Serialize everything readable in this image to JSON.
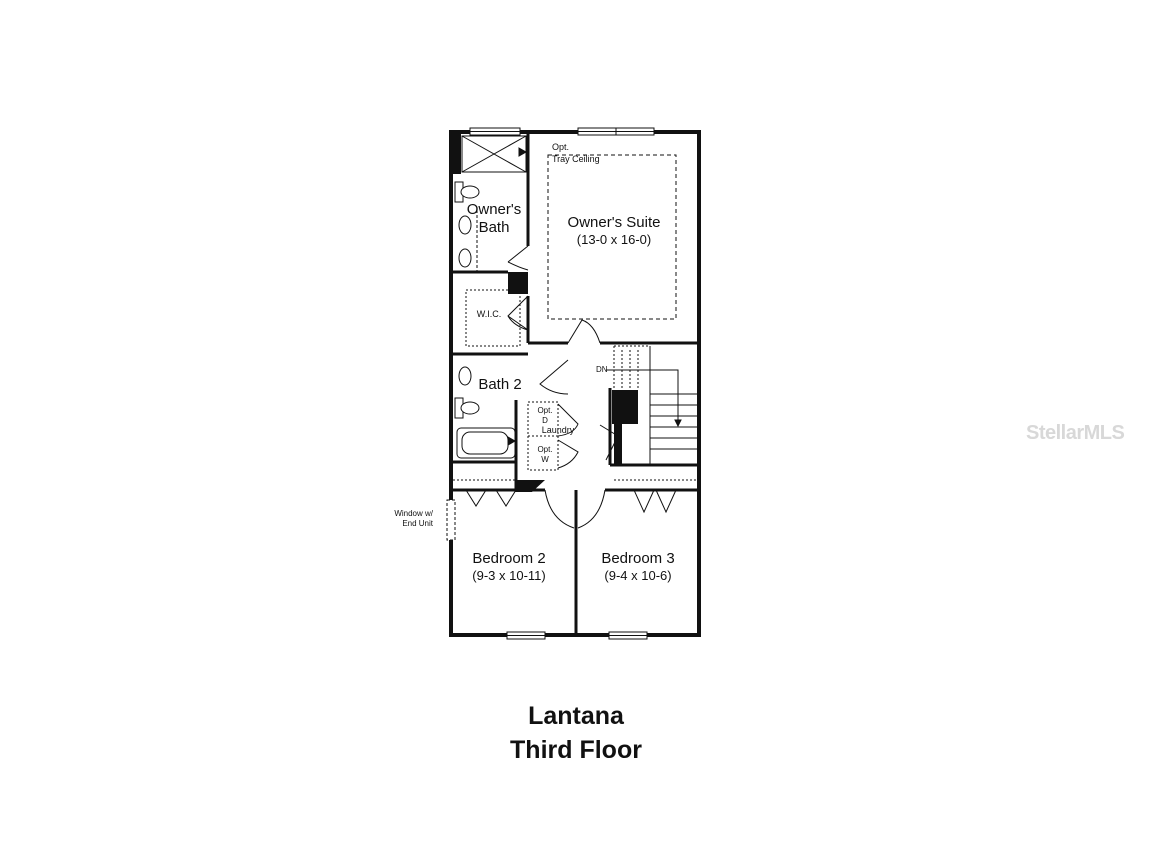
{
  "plan": {
    "tray_ceiling_line1": "Opt.",
    "tray_ceiling_line2": "Tray Ceiling",
    "owners_bath_line1": "Owner's",
    "owners_bath_line2": "Bath",
    "owners_suite_name": "Owner's Suite",
    "owners_suite_dims": "(13-0 x 16-0)",
    "wic": "W.I.C.",
    "bath2": "Bath 2",
    "stairs_dn": "DN",
    "laundry_opt_top": "Opt.",
    "laundry_d": "D",
    "laundry_label": "Laundry",
    "laundry_opt_bottom": "Opt.",
    "laundry_w": "W",
    "window_note_line1": "Window w/",
    "window_note_line2": "End Unit",
    "bedroom2_name": "Bedroom 2",
    "bedroom2_dims": "(9-3 x 10-11)",
    "bedroom3_name": "Bedroom 3",
    "bedroom3_dims": "(9-4 x 10-6)"
  },
  "caption": {
    "line1": "Lantana",
    "line2": "Third Floor"
  },
  "watermark": "StellarMLS"
}
